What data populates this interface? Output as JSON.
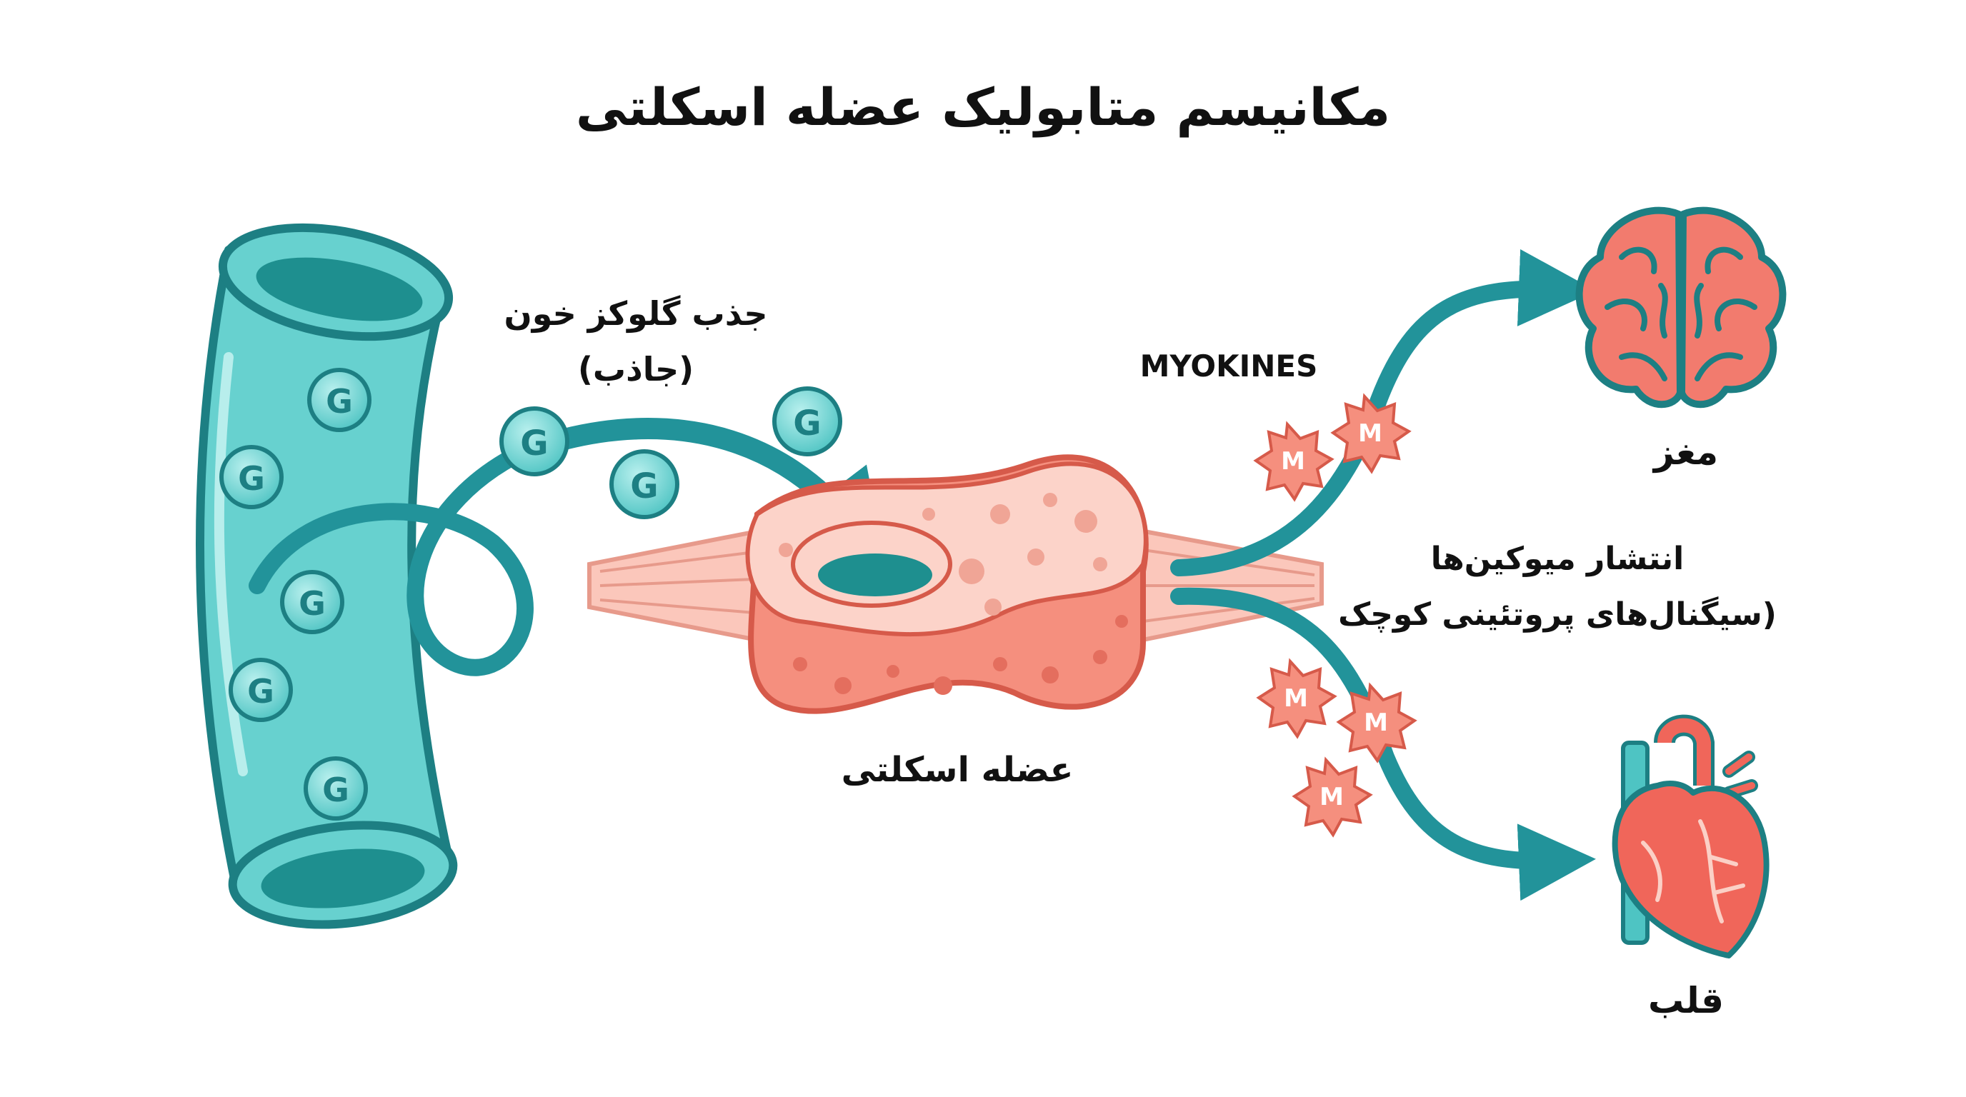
{
  "title": "مکانیسم متابولیک عضله اسکلتی",
  "labels": {
    "glucose_uptake_line1": "جذب گلوکز خون",
    "glucose_uptake_line2": "(جاذب)",
    "skeletal_muscle": "عضله اسکلتی",
    "myokines": "MYOKINES",
    "brain": "مغز",
    "heart": "قلب",
    "myokine_release_line1": "انتشار میوکین‌ها",
    "myokine_release_line2": "(سیگنال‌های پروتئینی کوچک"
  },
  "glucose_symbol": "G",
  "myokine_symbol": "M",
  "icons": [
    "blood-vessel-icon",
    "glucose-molecule-icon",
    "muscle-tissue-icon",
    "myokine-icon",
    "brain-icon",
    "heart-icon",
    "arrow-icon"
  ],
  "colors": {
    "vessel_fill": "#67d1cf",
    "vessel_dark": "#1e8f8f",
    "outline": "#1d7f83",
    "arrow": "#22939a",
    "muscle_fill": "#f58f7e",
    "muscle_light": "#fcd3c9",
    "muscle_outline": "#d65a4a",
    "brain_fill": "#f27b6e",
    "heart_fill": "#f0665a",
    "text": "#111111"
  }
}
